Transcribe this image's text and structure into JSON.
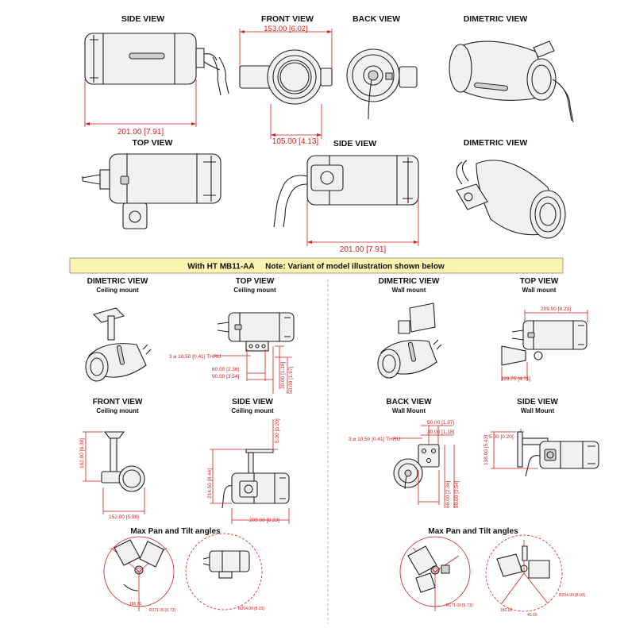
{
  "colors": {
    "dimension": "#d21f1f",
    "banner": "#fbf3b0",
    "outline": "#222222"
  },
  "top": {
    "side_view": {
      "title": "SIDE VIEW",
      "dim_length": "201.00 [7.91]"
    },
    "front_view": {
      "title": "FRONT VIEW",
      "dim_width": "153.00 [6.02]",
      "dim_height": "105.00 [4.13]"
    },
    "back_view": {
      "title": "BACK VIEW"
    },
    "dimetric_view": {
      "title": "DIMETRIC VIEW"
    },
    "top_view": {
      "title": "TOP VIEW"
    },
    "side_view2": {
      "title": "SIDE VIEW",
      "dim_length": "201.00 [7.91]"
    },
    "dimetric_view2": {
      "title": "DIMETRIC VIEW"
    }
  },
  "banner": {
    "text": "With HT MB11-AA     Note: Variant of model illustration shown below"
  },
  "ceiling": {
    "dimetric": {
      "title": "DIMETRIC VIEW",
      "subtitle": "Ceiling mount"
    },
    "top": {
      "title": "TOP VIEW",
      "subtitle": "Ceiling mount",
      "dim_holes": "3 ⌀ 10.50 [0.41] THRU",
      "dim_60": "60.00 [2.36]",
      "dim_90": "90.00 [3.54]",
      "dim_30": "30.00 [1.18]",
      "dim_50": "50.00 [1.97]"
    },
    "front": {
      "title": "FRONT VIEW",
      "subtitle": "Ceiling mount",
      "dim_162": "162.00 [6.38]",
      "dim_152": "152.00 [5.98]"
    },
    "side": {
      "title": "SIDE VIEW",
      "subtitle": "Ceiling mount",
      "dim_5": "5.00 [0.20]",
      "dim_214": "214.50 [8.44]",
      "dim_209": "209.00 [8.23]"
    },
    "pan_tilt": {
      "title": "Max Pan and Tilt angles",
      "dim_a": "186.00",
      "dim_b": "R171.00 [6.73]",
      "dim_c": "R204.00 [8.03]"
    }
  },
  "wall": {
    "dimetric": {
      "title": "DIMETRIC VIEW",
      "subtitle": "Wall mount"
    },
    "top": {
      "title": "TOP VIEW",
      "subtitle": "Wall mount",
      "dim_209": "209.00 [8.23]",
      "dim_119": "119.75 [4.71]"
    },
    "back": {
      "title": "BACK VIEW",
      "subtitle": "Wall Mount",
      "dim_holes": "3 ⌀ 10.50 [0.41] THRU",
      "dim_50": "50.00 [1.97]",
      "dim_30": "30.00 [1.18]",
      "dim_60": "60.00 [2.36]",
      "dim_90": "90.00 [3.54]"
    },
    "side": {
      "title": "SIDE VIEW",
      "subtitle": "Wall Mount",
      "dim_5": "5.00 [0.20]",
      "dim_138": "138.00 [5.43]"
    },
    "pan_tilt": {
      "title": "Max Pan and Tilt angles",
      "dim_a": "R171.00 [6.73]",
      "dim_b": "R204.00 [8.03]",
      "dim_c": "180.00",
      "dim_d": "45.00"
    }
  }
}
